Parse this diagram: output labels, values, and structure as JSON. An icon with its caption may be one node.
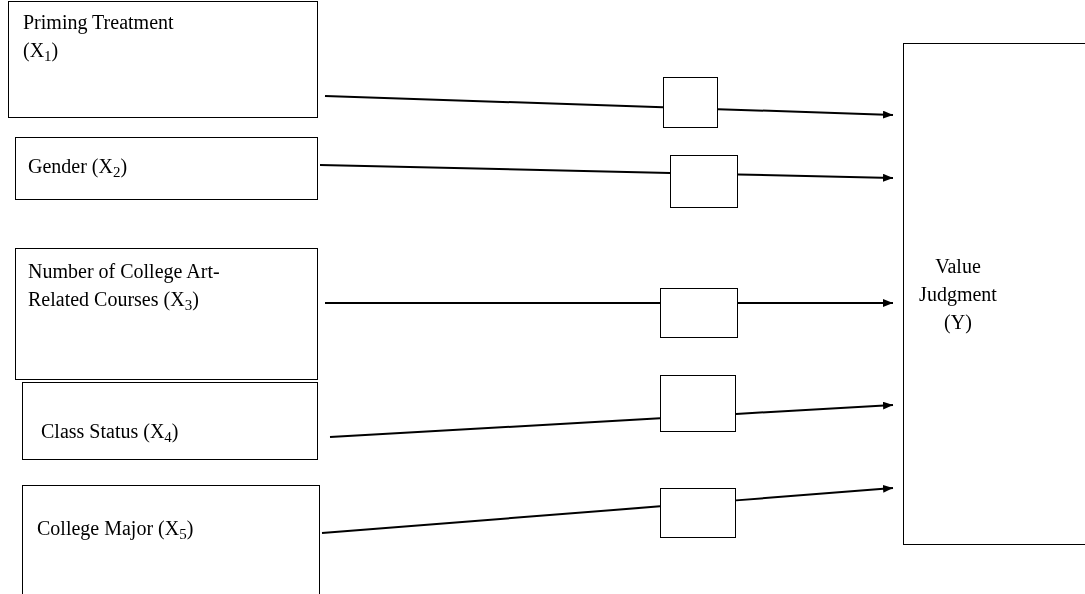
{
  "diagram": {
    "nodes": [
      {
        "text": [
          "Priming Treatment (X$_{1}$)"
        ]
      },
      {
        "text": [
          "Gender (X$_{2}$)"
        ]
      },
      {
        "text": [
          "Number of College Art-Related Courses (X$_{3}$)"
        ]
      },
      {
        "text": [
          "Class Status (X$_{4}$)"
        ]
      },
      {
        "text": [
          "College Major (X$_{5}$)"
        ]
      },
      {
        "text": [],
        "shape": "box"
      },
      {
        "text": [],
        "shape": "box"
      },
      {
        "text": [],
        "shape": "box"
      },
      {
        "text": [],
        "shape": "box"
      },
      {
        "text": [],
        "shape": "box"
      },
      {
        "text": [
          "Value Judgment (Y)"
        ]
      }
    ],
    "edges": [
      {
        "from": 0,
        "to": 5,
        "arrow": "none"
      },
      {
        "from": 5,
        "to": 10,
        "arrow": "to"
      },
      {
        "from": 1,
        "to": 6,
        "arrow": "none"
      },
      {
        "from": 6,
        "to": 10,
        "arrow": "to"
      },
      {
        "from": 2,
        "to": 7,
        "arrow": "none"
      },
      {
        "from": 7,
        "to": 10,
        "arrow": "to"
      },
      {
        "from": 3,
        "to": 8,
        "arrow": "none"
      },
      {
        "from": 8,
        "to": 10,
        "arrow": "to"
      },
      {
        "from": 4,
        "to": 9,
        "arrow": "none"
      },
      {
        "from": 9,
        "to": 10,
        "arrow": "to"
      }
    ]
  }
}
